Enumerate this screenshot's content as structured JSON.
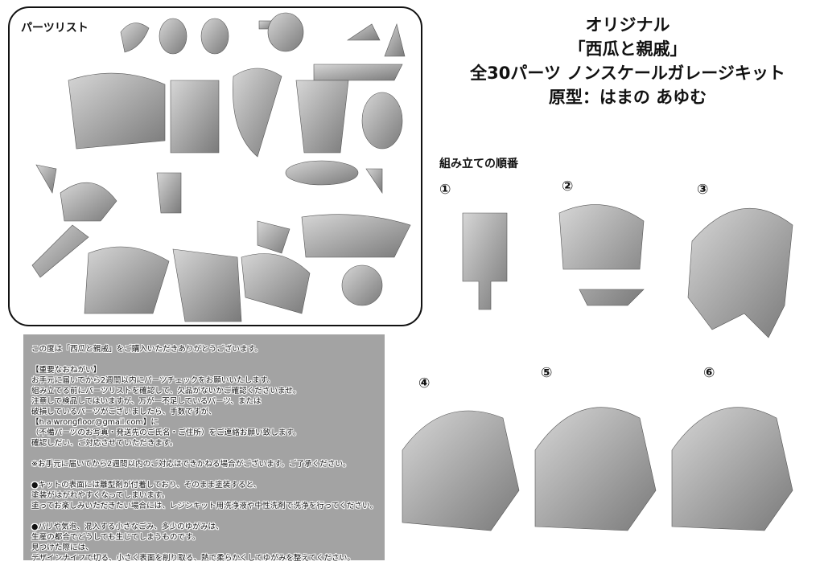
{
  "parts_list": {
    "label": "パーツリスト"
  },
  "title": {
    "line1": "オリジナル",
    "line2": "「西瓜と親戚」",
    "line3": "全30パーツ ノンスケールガレージキット",
    "line4": "原型：はまの あゆむ"
  },
  "assembly": {
    "heading": "組み立ての順番",
    "steps": [
      "①",
      "②",
      "③",
      "④",
      "⑤",
      "⑥"
    ]
  },
  "notice": {
    "lines": [
      "この度は「西瓜と親戚」をご購入いただきありがとうございます。",
      "",
      "【重要なおねがい】",
      "お手元に届いてから2週間以内にパーツチェックをお願いいたします。",
      "組み立てる前にパーツリストを確認して、欠品がないかご確認くださいませ。",
      "注意して検品してはいますが、万が一不足しているパーツ、または",
      "破損しているパーツがございましたら、手数ですが、",
      "【h.a.wrongfloor@gmail.com】に",
      "（不備パーツのお写真・発送先のご氏名・ご住所）をご連絡お願い致します。",
      "確認しだい、ご対応させていただきます。",
      "",
      "※お手元に届いてから2週間以内のご対応はできかねる場合がございます。ご了承ください。",
      "",
      "●キットの表面には離型剤が付着しており、そのまま塗装すると、",
      "塗装がはがれやすくなってしまいます。",
      "塗ってお楽しみいただきたい場合には、レジンキット用洗浄液や中性洗剤で洗浄を行ってください。",
      "",
      "●バリや気泡、混入する小さなごみ、多少のゆがみは、",
      "生産の都合でどうしても生じてしまうものです。",
      "見つけた際には、",
      "デザインナイフで切る、小さく表面を削り取る、熱で柔らかくしてゆがみを整えてください。"
    ]
  }
}
